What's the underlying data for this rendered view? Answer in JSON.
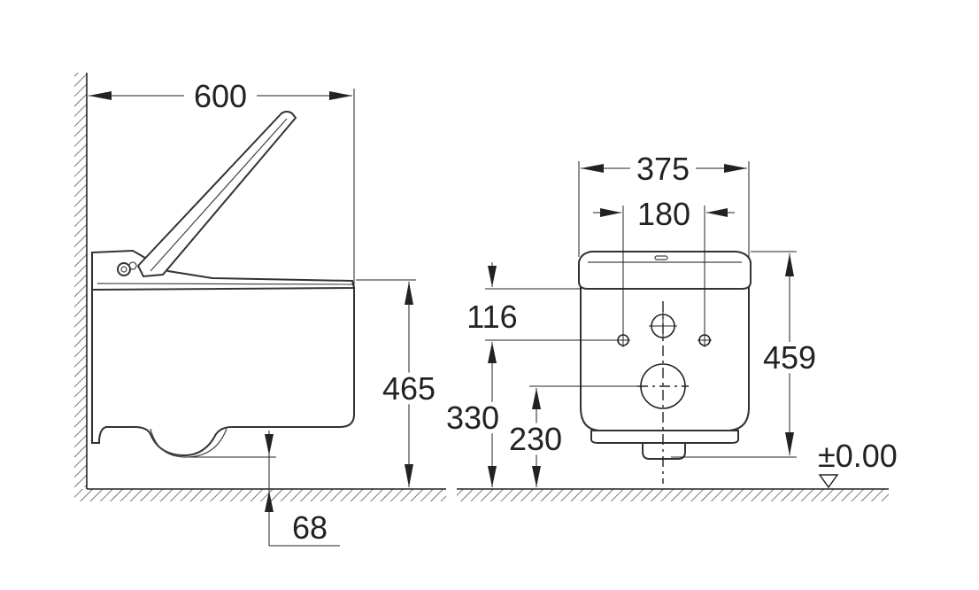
{
  "side_view": {
    "depth": "600",
    "height": "465",
    "bottom_clearance": "68"
  },
  "front_view": {
    "width": "375",
    "anchor_spacing": "180",
    "seat_to_anchor": "116",
    "anchor_height": "330",
    "outlet_height": "230",
    "overall_height": "459",
    "floor_level": "±0.00"
  },
  "colors": {
    "line": "#222222",
    "background": "#ffffff"
  }
}
